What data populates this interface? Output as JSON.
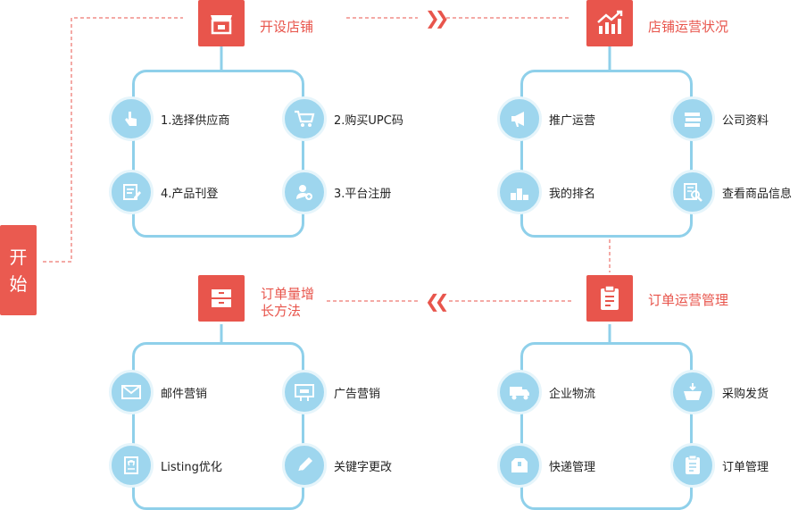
{
  "start": {
    "line1": "开",
    "line2": "始"
  },
  "stages": {
    "open_shop": {
      "title": "开设店铺",
      "icon": "store-icon",
      "items": [
        {
          "label": "1.选择供应商",
          "icon": "hand-pointer-icon"
        },
        {
          "label": "2.购买UPC码",
          "icon": "shopping-cart-icon"
        },
        {
          "label": "4.产品刊登",
          "icon": "edit-form-icon"
        },
        {
          "label": "3.平台注册",
          "icon": "user-add-icon"
        }
      ]
    },
    "shop_operation": {
      "title": "店铺运营状况",
      "icon": "growth-chart-icon",
      "items": [
        {
          "label": "推广运营",
          "icon": "megaphone-icon"
        },
        {
          "label": "公司资料",
          "icon": "books-icon"
        },
        {
          "label": "我的排名",
          "icon": "podium-icon"
        },
        {
          "label": "查看商品信息",
          "icon": "document-search-icon"
        }
      ]
    },
    "order_growth": {
      "title_line1": "订单量增",
      "title_line2": "长方法",
      "icon": "cabinet-icon",
      "items": [
        {
          "label": "邮件营销",
          "icon": "mail-icon"
        },
        {
          "label": "广告营销",
          "icon": "billboard-icon"
        },
        {
          "label": "Listing优化",
          "icon": "list-refresh-icon"
        },
        {
          "label": "关键字更改",
          "icon": "pencil-icon"
        }
      ]
    },
    "order_management": {
      "title": "订单运营管理",
      "icon": "clipboard-icon",
      "items": [
        {
          "label": "企业物流",
          "icon": "truck-icon"
        },
        {
          "label": "采购发货",
          "icon": "basket-download-icon"
        },
        {
          "label": "快递管理",
          "icon": "package-icon"
        },
        {
          "label": "订单管理",
          "icon": "order-clipboard-icon"
        }
      ]
    }
  },
  "colors": {
    "accent": "#e8554c",
    "panel_border": "#8fd0ea",
    "icon_circle": "#9ed6ee",
    "line_red": "#e8554c"
  }
}
